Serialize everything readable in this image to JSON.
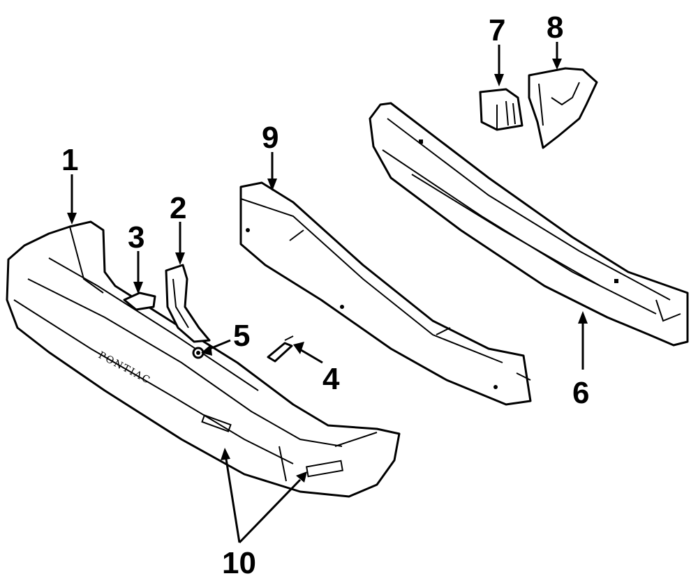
{
  "diagram": {
    "callouts": [
      {
        "id": "1",
        "label": "1"
      },
      {
        "id": "2",
        "label": "2"
      },
      {
        "id": "3",
        "label": "3"
      },
      {
        "id": "4",
        "label": "4"
      },
      {
        "id": "5",
        "label": "5"
      },
      {
        "id": "6",
        "label": "6"
      },
      {
        "id": "7",
        "label": "7"
      },
      {
        "id": "8",
        "label": "8"
      },
      {
        "id": "9",
        "label": "9"
      },
      {
        "id": "10",
        "label": "10"
      }
    ],
    "brand_text": "PONTIAC"
  }
}
